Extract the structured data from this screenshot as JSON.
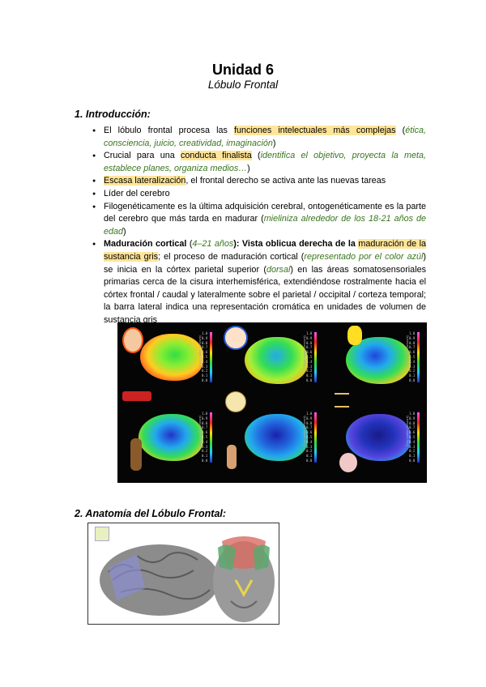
{
  "document": {
    "title": "Unidad 6",
    "subtitle": "Lóbulo Frontal"
  },
  "section1": {
    "heading": "1.  Introducción:",
    "bullet1": {
      "t1": "El lóbulo frontal procesa las ",
      "hl": "funciones intelectuales más complejas",
      "t2": " (",
      "g": "ética, consciencia, juicio, creatividad, imaginación",
      "t3": ")"
    },
    "bullet2": {
      "t1": "Crucial para una ",
      "hl": "conducta finalista",
      "t2": " (",
      "g": "identifica el objetivo, proyecta la meta, establece planes, organiza medios…",
      "t3": ")"
    },
    "bullet3": {
      "hl": "Escasa lateralización",
      "t1": ", el frontal derecho se activa ante las nuevas tareas"
    },
    "bullet4": "Líder del cerebro",
    "bullet5": {
      "t1": "Filogenéticamente es la última adquisición cerebral, ontogenéticamente es la parte del cerebro que más tarda en madurar (",
      "g": "mieliniza alrededor de los 18-21 años de edad",
      "t2": ")"
    },
    "bullet6": {
      "b": "Maduración cortical",
      "t1": " (",
      "g1": "4–21 años",
      "t2": "):  Vista oblicua derecha de la ",
      "hl": "maduración de la sustancia gris",
      "t3": "; el proceso de maduración cortical (",
      "g2": "representado por el color azúl",
      "t4": ") se inicia en la córtex parietal superior (",
      "g3": "dorsal",
      "t5": ") en las áreas somatosensoriales primarias cerca de la cisura interhemisférica, extendiéndose rostralmente hacia el córtex frontal / caudal y lateralmente sobre el parietal / occipital / corteza temporal; la barra lateral indica una representación cromática en unidades de volumen de sustancia gris"
    }
  },
  "figure1": {
    "colorbar_ticks": [
      "1.0",
      "0.9",
      "0.8",
      "0.7",
      "0.6",
      "0.5",
      "0.4",
      "0.3",
      "0.2",
      "0.1",
      "0.0"
    ],
    "colorbar_label": "Gray matter (amount)"
  },
  "section2": {
    "heading": "2.  Anatomía del Lóbulo Frontal:"
  },
  "colors": {
    "highlight": "#ffe599",
    "example_green": "#38761d"
  }
}
